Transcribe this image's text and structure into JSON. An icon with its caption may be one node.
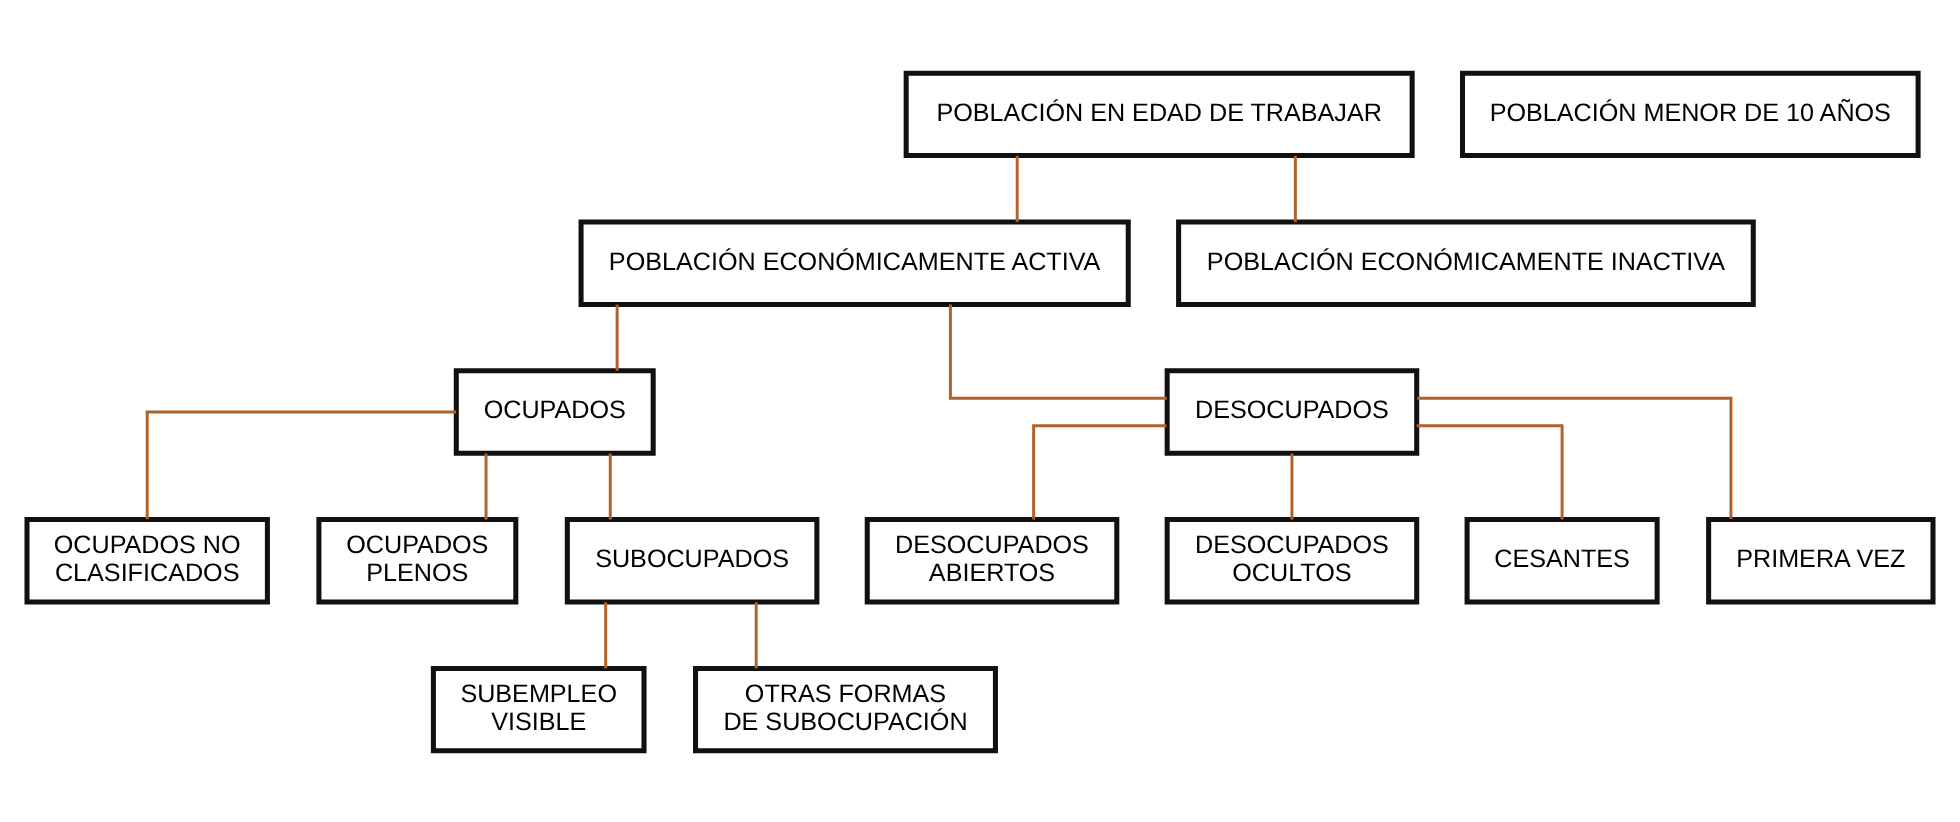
{
  "diagram": {
    "nodes": [
      {
        "text": [
          "POBLACIÓN EN EDAD DE TRABAJAR"
        ]
      },
      {
        "text": [
          "POBLACIÓN MENOR DE 10 AÑOS"
        ]
      },
      {
        "text": [
          "POBLACIÓN ECONÓMICAMENTE ACTIVA"
        ]
      },
      {
        "text": [
          "POBLACIÓN ECONÓMICAMENTE INACTIVA"
        ]
      },
      {
        "text": [
          "DESOCUPADOS ABIERTOS"
        ]
      },
      {
        "text": [
          "OCUPADOS"
        ]
      },
      {
        "text": [
          "DESOCUPADOS"
        ]
      },
      {
        "text": [
          "DESOCUPADOS OCULTOS"
        ]
      },
      {
        "text": [
          "OCUPADOS NO CLASIFICADOS"
        ]
      },
      {
        "text": [
          "OCUPADOS PLENOS"
        ]
      },
      {
        "text": [
          "SUBOCUPADOS"
        ]
      },
      {
        "text": [
          "CESANTES"
        ]
      },
      {
        "text": [
          "PRIMERA VEZ"
        ]
      },
      {
        "text": [
          "SUBEMPLEO VISIBLE"
        ]
      },
      {
        "text": [
          "OTRAS FORMAS DE SUBOCUPACIÓN"
        ]
      }
    ],
    "edges": [
      {
        "from": 0,
        "to": 2,
        "arrow": "none"
      },
      {
        "from": 0,
        "to": 3,
        "arrow": "none"
      },
      {
        "from": 2,
        "to": 5,
        "arrow": "none"
      },
      {
        "from": 2,
        "to": 6,
        "arrow": "none"
      },
      {
        "from": 6,
        "to": 4,
        "arrow": "none"
      },
      {
        "from": 6,
        "to": 7,
        "arrow": "none"
      },
      {
        "from": 5,
        "to": 8,
        "arrow": "none"
      },
      {
        "from": 5,
        "to": 9,
        "arrow": "none"
      },
      {
        "from": 5,
        "to": 10,
        "arrow": "none"
      },
      {
        "from": 6,
        "to": 11,
        "arrow": "none"
      },
      {
        "from": 6,
        "to": 12,
        "arrow": "none"
      },
      {
        "from": 10,
        "to": 13,
        "arrow": "none"
      },
      {
        "from": 10,
        "to": 14,
        "arrow": "none"
      }
    ]
  }
}
